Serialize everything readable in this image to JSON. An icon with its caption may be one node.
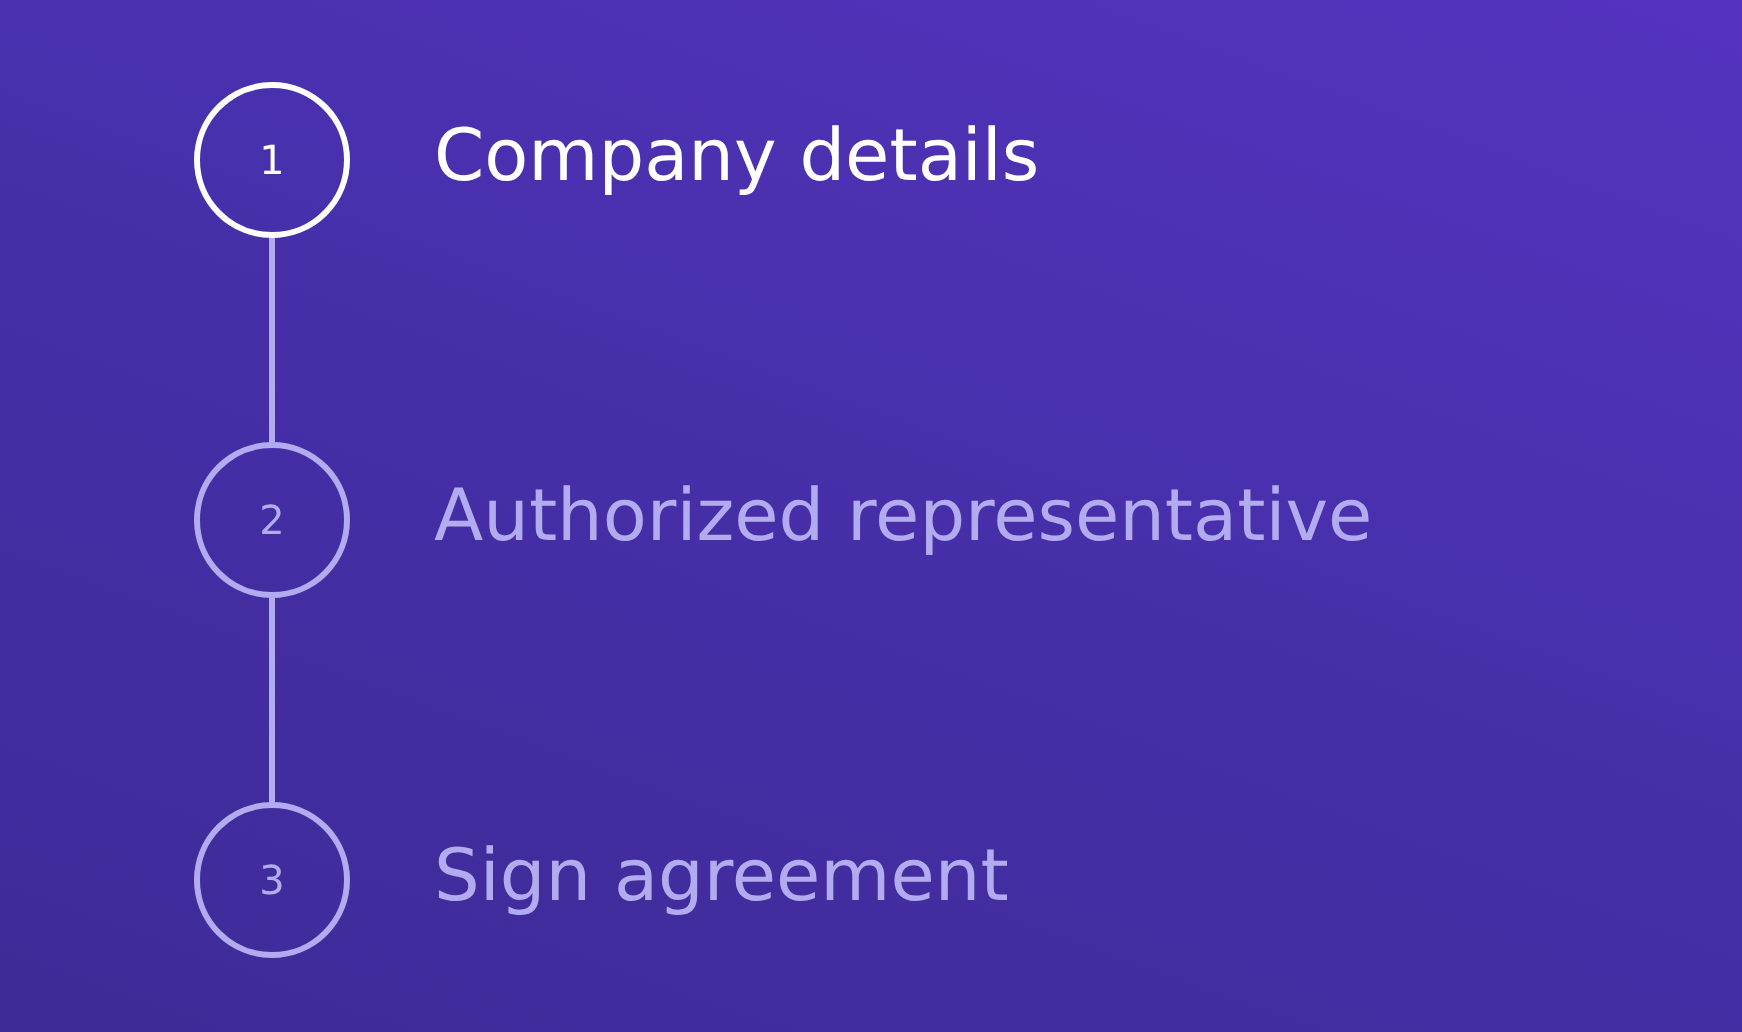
{
  "diagram": {
    "nodes": [
      {
        "text": [
          "1"
        ],
        "beside": [
          "Company details"
        ]
      },
      {
        "text": [
          "2"
        ],
        "beside": [
          "Authorized representative"
        ]
      },
      {
        "text": [
          "3"
        ],
        "beside": [
          "Sign agreement"
        ]
      }
    ],
    "edges": [
      {
        "from": 0,
        "to": 1,
        "arrow": "none"
      },
      {
        "from": 1,
        "to": 2,
        "arrow": "none"
      }
    ]
  }
}
